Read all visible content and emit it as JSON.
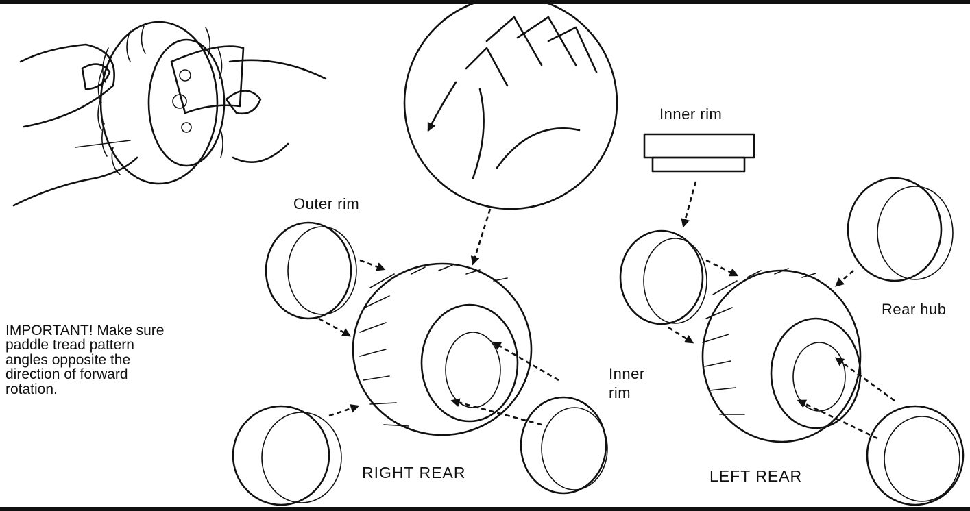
{
  "labels": {
    "outer_rim": "Outer rim",
    "inner_rim_top": "Inner rim",
    "inner_rim_side": "Inner rim",
    "rear_hub": "Rear hub"
  },
  "note": {
    "lines": [
      "IMPORTANT! Make sure",
      "paddle tread pattern",
      "angles opposite the",
      "direction of forward",
      "rotation."
    ]
  },
  "captions": {
    "right": "RIGHT REAR",
    "left": "LEFT REAR"
  }
}
